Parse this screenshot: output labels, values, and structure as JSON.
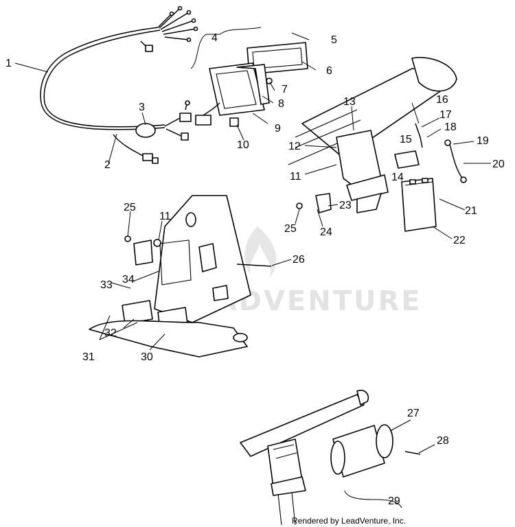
{
  "diagram": {
    "callouts": [
      {
        "id": "1",
        "label": "1"
      },
      {
        "id": "2",
        "label": "2"
      },
      {
        "id": "3",
        "label": "3"
      },
      {
        "id": "4",
        "label": "4"
      },
      {
        "id": "5",
        "label": "5"
      },
      {
        "id": "6",
        "label": "6"
      },
      {
        "id": "7",
        "label": "7"
      },
      {
        "id": "8",
        "label": "8"
      },
      {
        "id": "9",
        "label": "9"
      },
      {
        "id": "10",
        "label": "10"
      },
      {
        "id": "11a",
        "label": "11"
      },
      {
        "id": "11b",
        "label": "11"
      },
      {
        "id": "12",
        "label": "12"
      },
      {
        "id": "13",
        "label": "13"
      },
      {
        "id": "14",
        "label": "14"
      },
      {
        "id": "15",
        "label": "15"
      },
      {
        "id": "16",
        "label": "16"
      },
      {
        "id": "17",
        "label": "17"
      },
      {
        "id": "18",
        "label": "18"
      },
      {
        "id": "19",
        "label": "19"
      },
      {
        "id": "20",
        "label": "20"
      },
      {
        "id": "21",
        "label": "21"
      },
      {
        "id": "22",
        "label": "22"
      },
      {
        "id": "23",
        "label": "23"
      },
      {
        "id": "24",
        "label": "24"
      },
      {
        "id": "25a",
        "label": "25"
      },
      {
        "id": "25b",
        "label": "25"
      },
      {
        "id": "26",
        "label": "26"
      },
      {
        "id": "27",
        "label": "27"
      },
      {
        "id": "28",
        "label": "28"
      },
      {
        "id": "29",
        "label": "29"
      },
      {
        "id": "30",
        "label": "30"
      },
      {
        "id": "31",
        "label": "31"
      },
      {
        "id": "32",
        "label": "32"
      },
      {
        "id": "33",
        "label": "33"
      },
      {
        "id": "34",
        "label": "34"
      }
    ],
    "watermark": "LEADVENTURE",
    "credit": "Rendered by LeadVenture, Inc."
  }
}
